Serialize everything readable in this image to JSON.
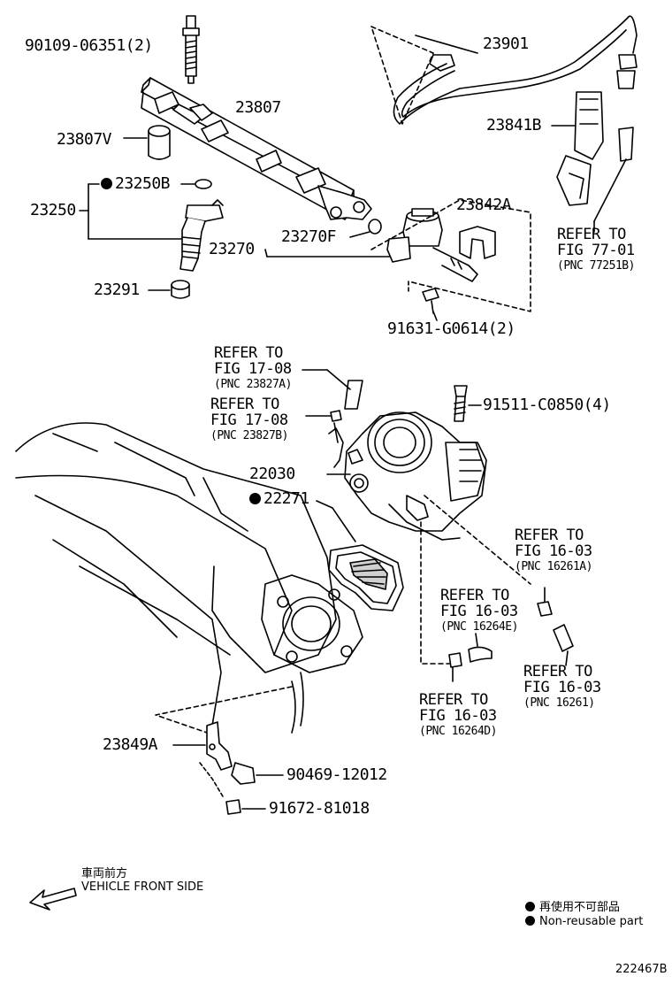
{
  "parts": {
    "p90109": "90109-06351(2)",
    "p23807": "23807",
    "p23807V": "23807V",
    "p23250B": "23250B",
    "p23250": "23250",
    "p23291": "23291",
    "p23270F": "23270F",
    "p23270": "23270",
    "p23842A": "23842A",
    "p91631": "91631-G0614(2)",
    "p23901": "23901",
    "p23841B": "23841B",
    "p91511": "91511-C0850(4)",
    "p22030": "22030",
    "p22271": "22271",
    "p23849A": "23849A",
    "p90469": "90469-12012",
    "p91672": "91672-81018"
  },
  "refs": {
    "r7701": {
      "line1": "REFER TO",
      "line2": "FIG 77-01",
      "pnc": "(PNC 77251B)"
    },
    "r1708a": {
      "line1": "REFER TO",
      "line2": "FIG 17-08",
      "pnc": "(PNC 23827A)"
    },
    "r1708b": {
      "line1": "REFER TO",
      "line2": "FIG 17-08",
      "pnc": "(PNC 23827B)"
    },
    "r1603a": {
      "line1": "REFER TO",
      "line2": "FIG 16-03",
      "pnc": "(PNC 16261A)"
    },
    "r1603e": {
      "line1": "REFER TO",
      "line2": "FIG 16-03",
      "pnc": "(PNC 16264E)"
    },
    "r1603": {
      "line1": "REFER TO",
      "line2": "FIG 16-03",
      "pnc": "(PNC 16261)"
    },
    "r1603d": {
      "line1": "REFER TO",
      "line2": "FIG 16-03",
      "pnc": "(PNC 16264D)"
    }
  },
  "direction": {
    "jp": "車両前方",
    "en": "VEHICLE FRONT SIDE"
  },
  "legend": {
    "jp": "再使用不可部品",
    "en": "Non-reusable part"
  },
  "figure_id": "222467B"
}
